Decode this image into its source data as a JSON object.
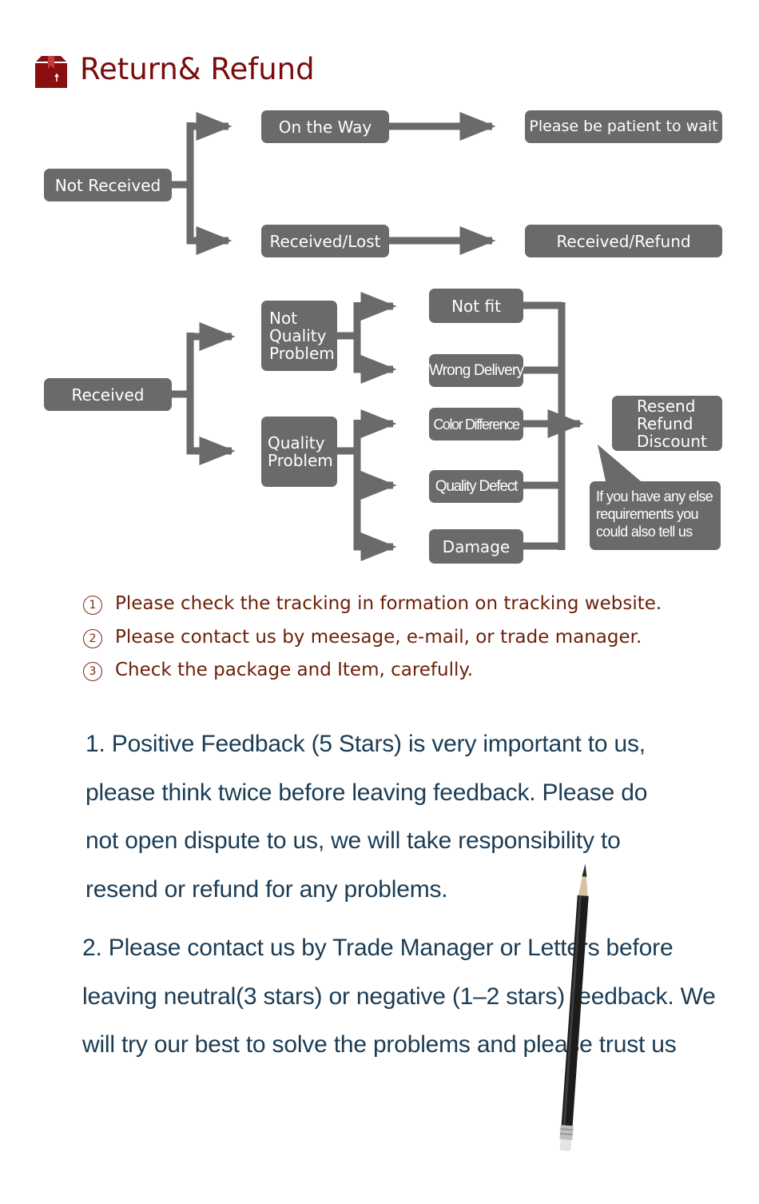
{
  "header": {
    "title": "Return& Refund",
    "icon": "package-box-icon",
    "color": "#7a0b0b"
  },
  "flowchart": {
    "box_color": "#6a6a6c",
    "not_received": "Not Received",
    "on_the_way": "On the Way",
    "please_wait": "Please be patient to wait",
    "received_lost": "Received/Lost",
    "received_refund": "Received/Refund",
    "received": "Received",
    "not_quality_problem": [
      "Not",
      "Quality",
      "Problem"
    ],
    "quality_problem": [
      "Quality",
      "Problem"
    ],
    "not_fit": "Not fit",
    "wrong_delivery": "Wrong Delivery",
    "color_difference": "Color Difference",
    "quality_defect": "Quality Defect",
    "damage": "Damage",
    "solutions": [
      "Resend",
      "Refund",
      "Discount"
    ],
    "note": [
      "If you have any else",
      "requirements you",
      "could also tell us"
    ]
  },
  "steps": [
    {
      "num": "1",
      "text": "Please check the tracking in formation on tracking website."
    },
    {
      "num": "2",
      "text": "Please contact us by meesage, e-mail, or trade manager."
    },
    {
      "num": "3",
      "text": "Check the package and Item, carefully."
    }
  ],
  "paragraph1": [
    "1. Positive Feedback (5 Stars) is very important to us,",
    "please think twice before leaving feedback. Please do",
    "not open dispute to us,   we will take responsibility to",
    "resend or refund for any problems."
  ],
  "paragraph2": [
    "2. Please contact us by Trade Manager or Letters before",
    "leaving neutral(3 stars) or negative (1–2 stars) feedback. We",
    "will try our best to solve the problems and please trust us"
  ]
}
